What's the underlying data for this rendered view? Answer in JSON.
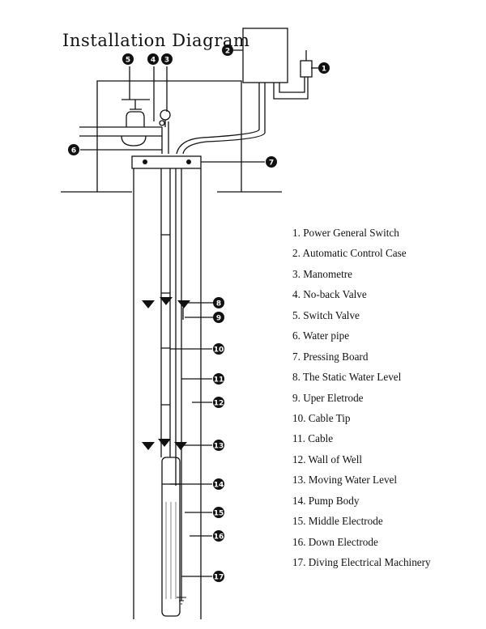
{
  "title": "Installation Diagram",
  "legend": [
    "1.  Power General Switch",
    "2.  Automatic Control Case",
    "3.  Manometre",
    "4.  No-back Valve",
    "5.  Switch Valve",
    "6.  Water pipe",
    "7.  Pressing Board",
    "8.  The Static  Water Level",
    "9.   Uper Eletrode",
    "10. Cable Tip",
    "11. Cable",
    "12.  Wall of Well",
    "13. Moving Water Level",
    "14. Pump Body",
    "15. Middle Electrode",
    "16. Down Electrode",
    "17. Diving Electrical Machinery"
  ],
  "markers": [
    "1",
    "2",
    "3",
    "4",
    "5",
    "6",
    "7",
    "8",
    "9",
    "10",
    "11",
    "12",
    "13",
    "14",
    "15",
    "16",
    "17"
  ]
}
